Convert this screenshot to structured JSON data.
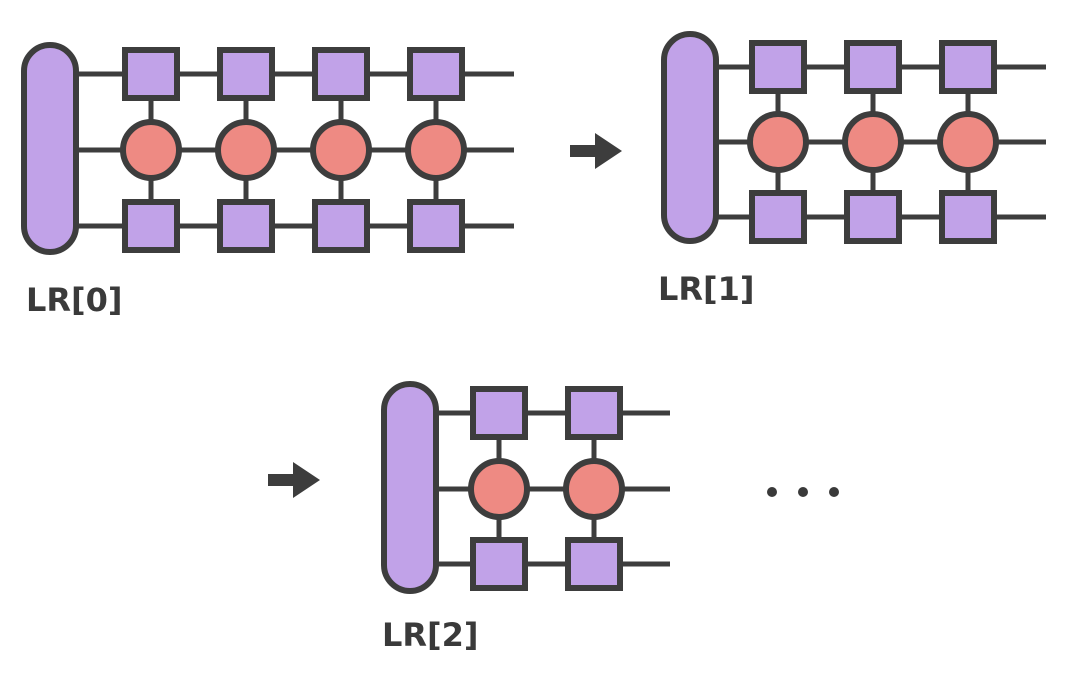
{
  "colors": {
    "outline": "#3d3d3d",
    "environment_fill": "#c1a2e8",
    "square_fill": "#c1a2e8",
    "circle_fill": "#ee8a83",
    "background": "#ffffff"
  },
  "diagram": {
    "panels": [
      {
        "label": "LR[0]",
        "columns": 4
      },
      {
        "label": "LR[1]",
        "columns": 3
      },
      {
        "label": "LR[2]",
        "columns": 2
      }
    ],
    "arrow_icon": "right-arrow-icon",
    "continuation": "..."
  }
}
